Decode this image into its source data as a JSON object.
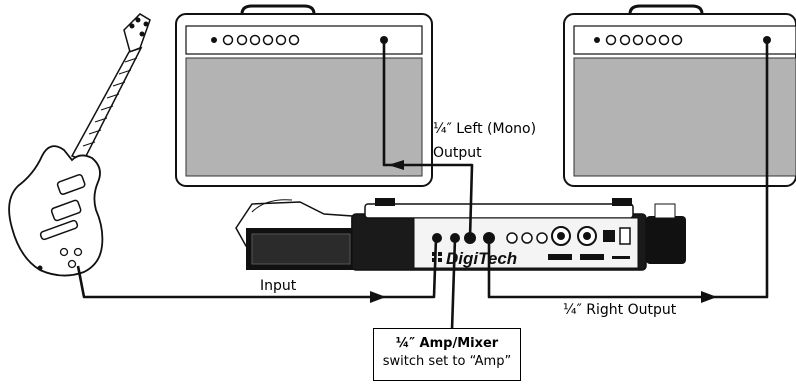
{
  "labels": {
    "left_output_line1": "¼″ Left (Mono)",
    "left_output_line2": "Output",
    "input": "Input",
    "right_output": "¼″ Right Output",
    "callout_title": "¼″ Amp/Mixer",
    "callout_sub": "switch set to “Amp”",
    "brand": "DigiTech"
  }
}
